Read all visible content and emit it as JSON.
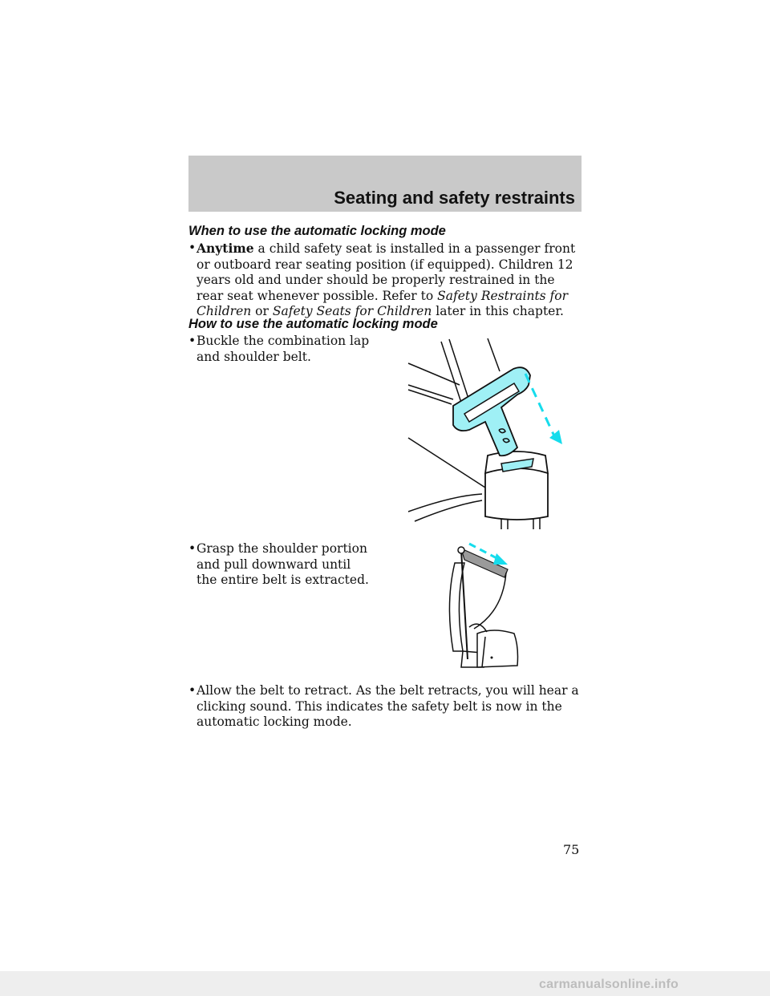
{
  "header": {
    "title": "Seating and safety restraints"
  },
  "section1": {
    "heading": "When to use the automatic locking mode",
    "bullet": {
      "lead": "Anytime",
      "text1": " a child safety seat is installed in a passenger front or outboard rear seating position (if equipped). Children 12 years old and under should be properly restrained in the rear seat whenever possible. Refer to ",
      "ref1": "Safety Restraints for Children",
      "mid": " or ",
      "ref2": "Safety Seats for Children",
      "end": " later in this chapter."
    }
  },
  "section2": {
    "heading": "How to use the automatic locking mode",
    "steps": [
      "Buckle the combination lap and shoulder belt.",
      "Grasp the shoulder portion and pull downward until the entire belt is extracted.",
      "Allow the belt to retract. As the belt retracts, you will hear a clicking sound. This indicates the safety belt is now in the automatic locking mode."
    ]
  },
  "bullet_symbol": "•",
  "colors": {
    "header_band": "#c9c9c9",
    "illustration_accent": "#9ff0f5",
    "arrow": "#16dcec"
  },
  "page_number": "75",
  "footer": {
    "watermark": "carmanualsonline.info"
  }
}
